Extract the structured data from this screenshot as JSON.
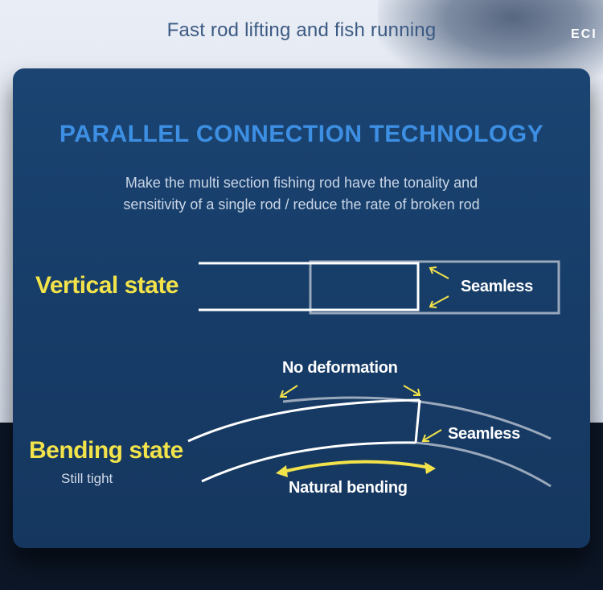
{
  "headline": "Fast rod lifting and fish running",
  "card": {
    "title": "PARALLEL CONNECTION TECHNOLOGY",
    "subtitle_line1": "Make the multi section fishing rod have the tonality and",
    "subtitle_line2": "sensitivity of a single rod / reduce the rate of broken rod"
  },
  "vertical": {
    "label": "Vertical state",
    "seamless": "Seamless"
  },
  "bending": {
    "label": "Bending state",
    "sublabel": "Still tight",
    "no_deformation": "No deformation",
    "seamless": "Seamless",
    "natural_bending": "Natural bending"
  },
  "photo_text": "ECI",
  "colors": {
    "accent_yellow": "#f3e34a",
    "title_blue": "#3d8fe3",
    "card_bg": "#1b4472"
  }
}
